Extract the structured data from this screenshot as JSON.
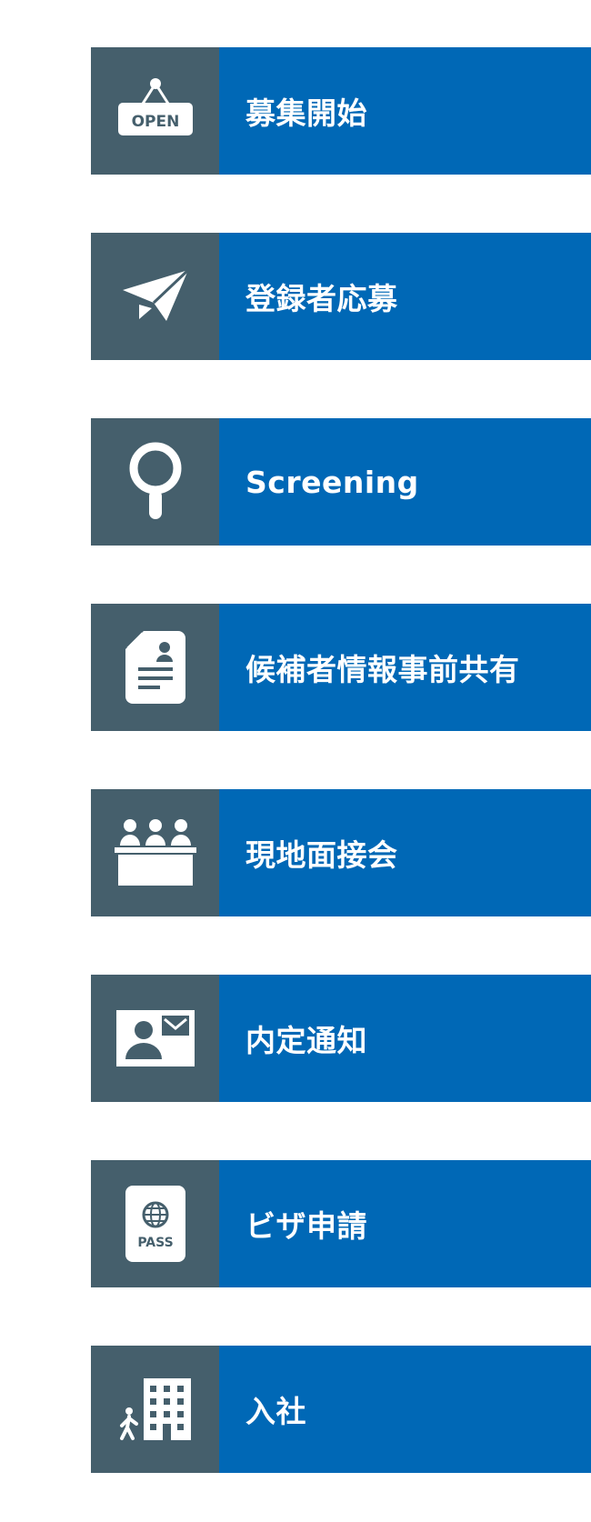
{
  "colors": {
    "icon_bg": "#455f6c",
    "label_bg": "#0068b6"
  },
  "steps": [
    {
      "label": "募集開始",
      "icon": "open-sign-icon",
      "icon_text": "OPEN"
    },
    {
      "label": "登録者応募",
      "icon": "paper-plane-icon"
    },
    {
      "label": "Screening",
      "icon": "magnifier-icon"
    },
    {
      "label": "候補者情報事前共有",
      "icon": "profile-document-icon"
    },
    {
      "label": "現地面接会",
      "icon": "interview-panel-icon"
    },
    {
      "label": "内定通知",
      "icon": "id-card-mail-icon"
    },
    {
      "label": "ビザ申請",
      "icon": "passport-icon",
      "icon_text": "PASS"
    },
    {
      "label": "入社",
      "icon": "building-walk-icon"
    }
  ]
}
